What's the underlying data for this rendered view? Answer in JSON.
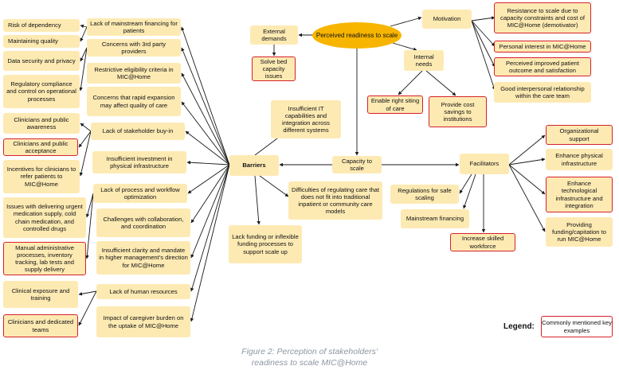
{
  "nodes": {
    "perceived_readiness": "Perceived readiness to scale",
    "external_demands": "External demands",
    "solve_bed_capacity": "Solve bed capacity issues",
    "motivation": "Motivation",
    "internal_needs": "Internal needs",
    "enable_right_siting": "Enable right siting of care",
    "cost_savings": "Provide cost savings to institutions",
    "resistance_scale": "Resistance to scale due to capacity constraints and cost of MIC@Home (demotivator)",
    "personal_interest": "Personal interest in MIC@Home",
    "improved_outcome": "Perceived improved patient outcome and satisfaction",
    "interpersonal": "Good interpersonal relationship within the care team",
    "capacity_to_scale": "Capacity to scale",
    "barriers": "Barriers",
    "facilitators": "Facilitators",
    "insufficient_it": "Insufficient IT capabilities and integration across different systems",
    "difficulties_regulating": "Difficulties of regulating care that does not fit into traditional inpatient or community care models",
    "lack_funding": "Lack funding or inflexible funding processes to support scale up",
    "regulations_safe": "Regulations for safe scaling",
    "mainstream_financing": "Mainstream financing",
    "increase_workforce": "Increase skilled workforce",
    "organizational_support": "Organizational support",
    "enhance_physical": "Enhance physical infrastructure",
    "enhance_tech": "Enhance technological infrastructure and integration",
    "providing_funding": "Providing funding/capitation to run MIC@Home",
    "lack_mainstream": "Lack of mainstream financing for patients",
    "concerns_3rd": "Concerns with 3rd party providers",
    "restrictive": "Restrictive eligibility criteria in MIC@Home",
    "concerns_rapid": "Concerns that rapid expansion may affect quality of care",
    "lack_buyin": "Lack of stakeholder buy-in",
    "insufficient_investment": "Insufficient investment in physical infrastructure",
    "lack_process": "Lack of process and workflow optimization",
    "challenges_collab": "Challenges with collaboration, and coordination",
    "insufficient_clarity": "Insufficient clarity and mandate in higher management's direction for MIC@Home",
    "lack_hr": "Lack of human resources",
    "impact_caregiver": "Impact of caregiver burden on the uptake of MIC@Home",
    "risk_dependency": "Risk of dependency",
    "maintaining_quality": "Maintaining quality",
    "data_security": "Data security and privacy",
    "regulatory_compliance": "Regulatory compliance and control on operational processes",
    "clinicians_awareness": "Clinicians and public awareness",
    "clinicians_acceptance": "Clinicians and public acceptance",
    "incentives": "Incentives for clinicians to refer patients to MIC@Home",
    "issues_delivering": "Issues with delivering urgent medication supply, cold chain medication, and controlled drugs",
    "manual_admin": "Manual administrative processes, inventory tracking, lab tests and supply delivery",
    "clinical_exposure": "Clinical exposure and training",
    "clinicians_teams": "Clinicians and dedicated teams"
  },
  "legend": {
    "label": "Legend:",
    "box": "Commonly mentioned key examples"
  },
  "caption": {
    "line1": "Figure 2: Perception of stakeholders'",
    "line2": "readiness to scale MIC@Home"
  },
  "colors": {
    "node_fill": "#fdeab3",
    "center_fill": "#f7b500",
    "highlight_border": "#d6202b",
    "arrow": "#1a1a1a",
    "caption": "#8d96a0"
  }
}
